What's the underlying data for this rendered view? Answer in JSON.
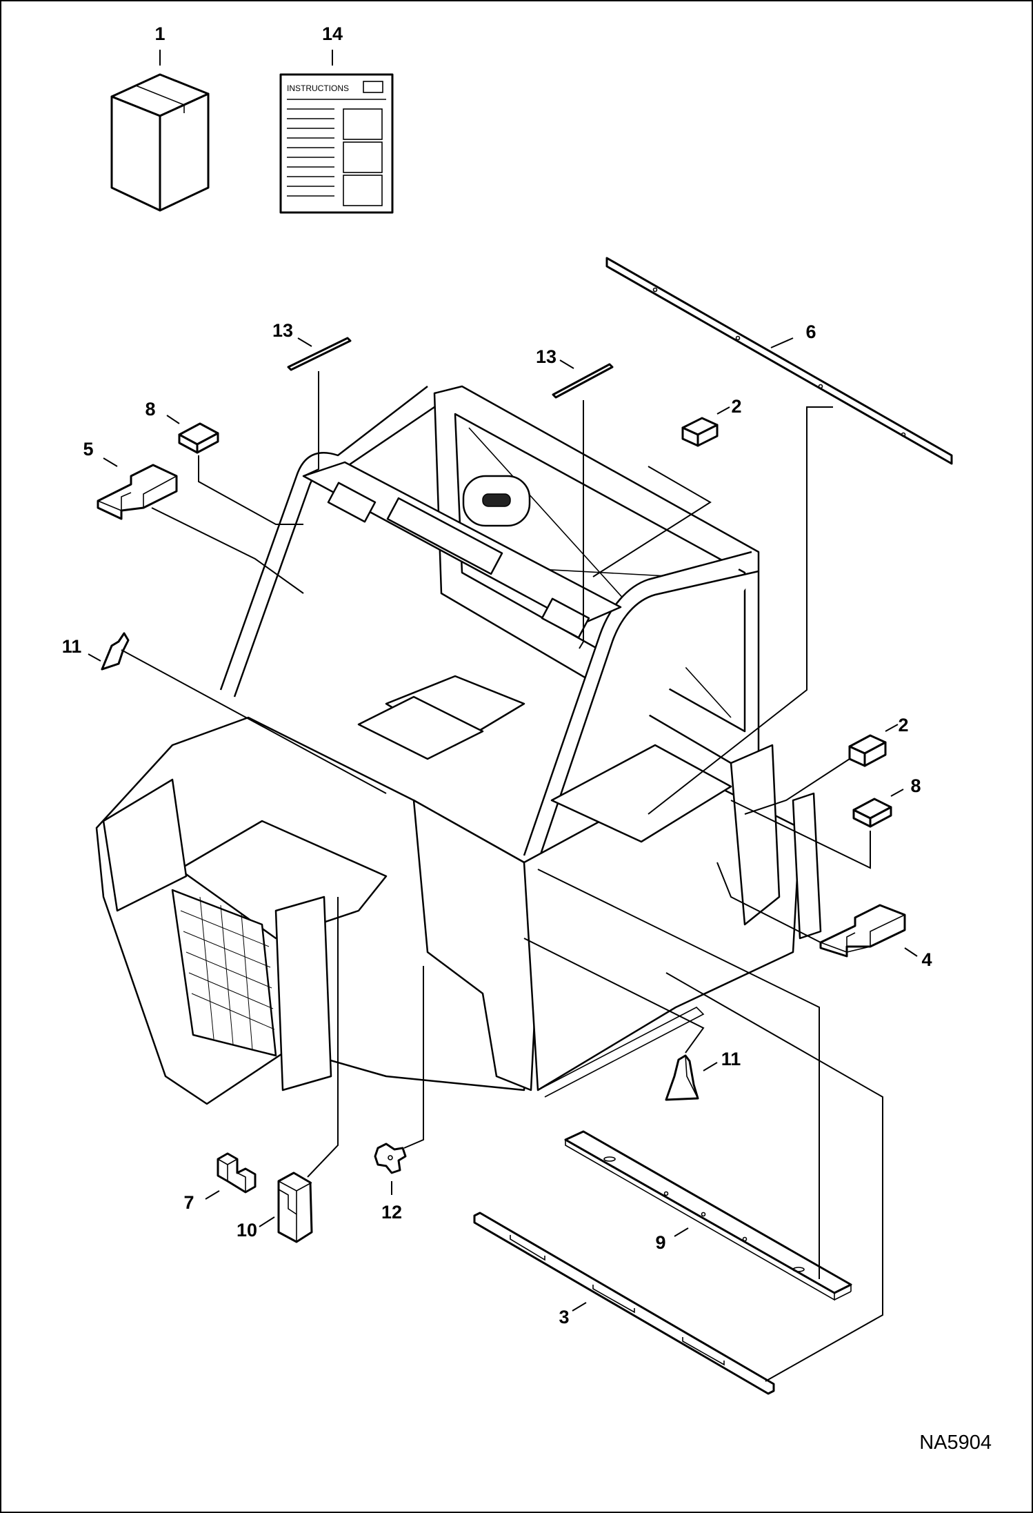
{
  "diagram": {
    "drawing_code": "NA5904",
    "instructions_sheet_text": "INSTRUCTIONS",
    "callouts": {
      "c1": "1",
      "c14": "14",
      "c6": "6",
      "c13a": "13",
      "c13b": "13",
      "c8a": "8",
      "c5": "5",
      "c2a": "2",
      "c11a": "11",
      "c2b": "2",
      "c8b": "8",
      "c4": "4",
      "c11b": "11",
      "c7": "7",
      "c10": "10",
      "c12": "12",
      "c9": "9",
      "c3": "3"
    }
  }
}
